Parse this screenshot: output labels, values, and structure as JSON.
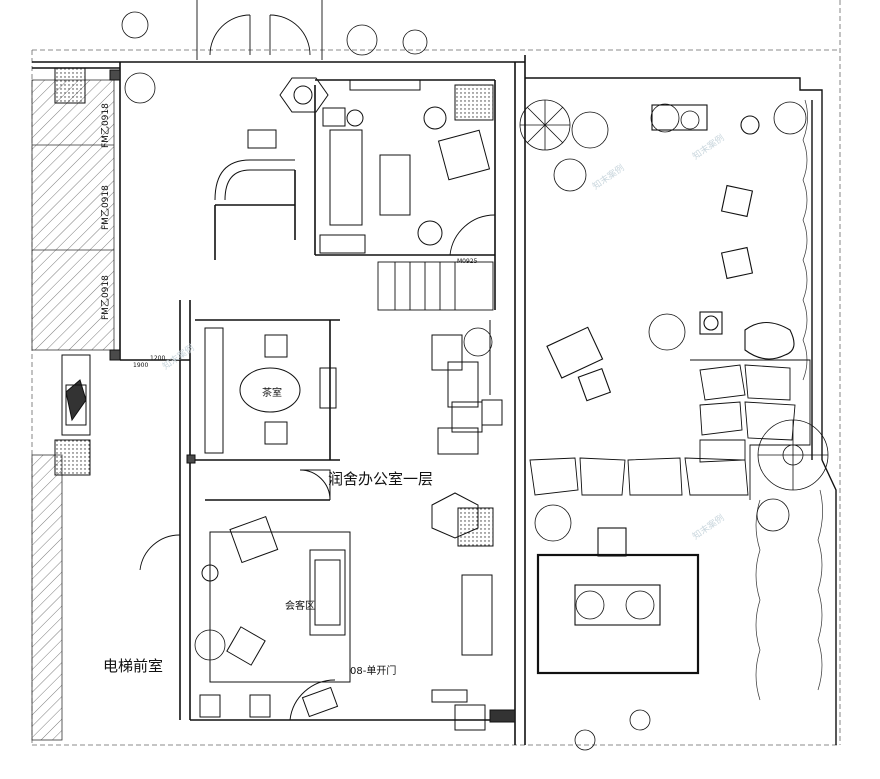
{
  "labels": {
    "office_floor": "润舍办公室一层",
    "elevator_lobby": "电梯前室",
    "reception_area": "会客区",
    "tea_room": "茶室",
    "door_08": "08-单开门",
    "door_m0925": "M0925",
    "fm_door_1": "FM乙0918",
    "fm_door_2": "FM乙0918",
    "fm_door_3": "FM乙0918",
    "dim_1900": "1900",
    "dim_1200": "1200"
  },
  "watermark": "知末案例",
  "colors": {
    "line": "#111111",
    "hatch": "#555555",
    "dark_fill": "#4a4a4a",
    "watermark": "#c9d6dd"
  }
}
